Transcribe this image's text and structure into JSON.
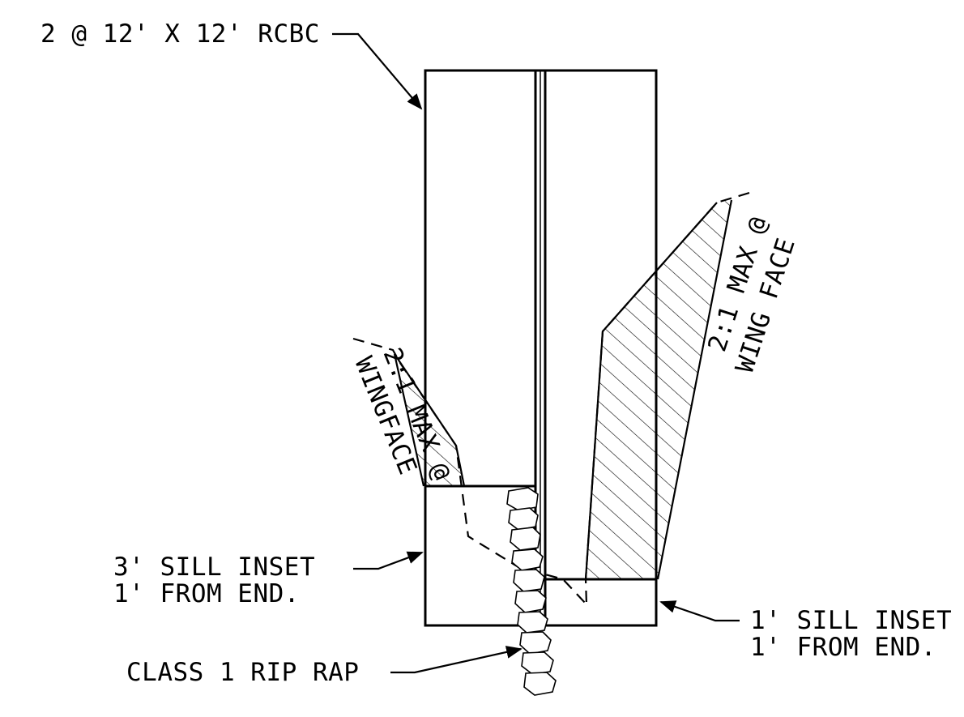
{
  "labels": {
    "culvert": "2 @ 12' X 12' RCBC",
    "left_slope_line1": "2:1 MAX @",
    "left_slope_line2": "WINGFACE",
    "right_slope_line1": "2:1 MAX @",
    "right_slope_line2": "WING FACE",
    "left_sill_line1": "3' SILL INSET",
    "left_sill_line2": "1' FROM END.",
    "right_sill_line1": "1' SILL INSET",
    "right_sill_line2": "1' FROM END.",
    "riprap": "CLASS 1 RIP RAP"
  }
}
